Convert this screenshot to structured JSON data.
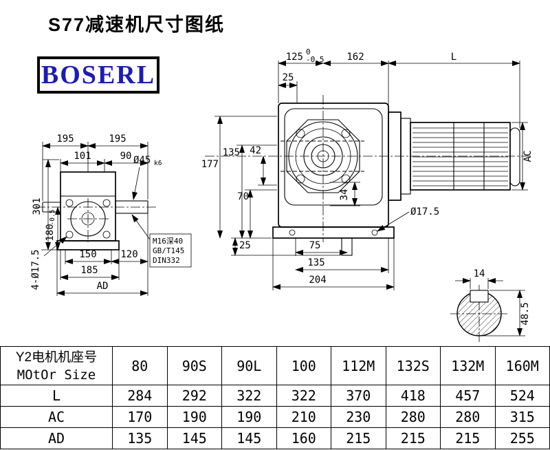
{
  "page": {
    "title": "S77减速机尺寸图纸",
    "logo_text": "BOSERL"
  },
  "colors": {
    "logo_blue": "#1c1cb8",
    "line_color": "#000000"
  },
  "main_view": {
    "tol_top": "0",
    "dim_125": "125",
    "tol_bottom": "-0.5",
    "dim_162": "162",
    "dim_L": "L",
    "dim_25_top": "25",
    "dim_177": "177",
    "dim_135_left": "135",
    "dim_42": "42",
    "dim_70": "70",
    "dim_25_left": "25",
    "dim_34": "34",
    "dim_d175": "Ø17.5",
    "dim_75": "75",
    "dim_135_bottom": "135",
    "dim_204": "204",
    "dim_AC": "AC"
  },
  "side_view": {
    "dim_195_left": "195",
    "dim_195_right": "195",
    "dim_101": "101",
    "dim_90": "90",
    "dim_d45": "Ø45",
    "dim_d45_tol": "k6",
    "dim_301": "301",
    "dim_180": "180",
    "dim_180_tol": "-0.5",
    "dim_4d175": "4-Ø17.5",
    "dim_150": "150",
    "dim_120": "120",
    "dim_185": "185",
    "dim_AD": "AD",
    "note_line1": "M16深40",
    "note_line2": "GB/T145",
    "note_line3": "DIN332"
  },
  "shaft_view": {
    "dim_14": "14",
    "dim_485": "48.5"
  },
  "table": {
    "header_cn": "Y2电机机座号",
    "header_en": "MOtOr Size",
    "sizes": [
      "80",
      "90S",
      "90L",
      "100",
      "112M",
      "132S",
      "132M",
      "160M"
    ],
    "row_L": {
      "label": "L",
      "values": [
        "284",
        "292",
        "322",
        "322",
        "370",
        "418",
        "457",
        "524"
      ]
    },
    "row_AC": {
      "label": "AC",
      "values": [
        "170",
        "190",
        "190",
        "210",
        "230",
        "280",
        "280",
        "315"
      ]
    },
    "row_AD": {
      "label": "AD",
      "values": [
        "135",
        "145",
        "145",
        "160",
        "215",
        "215",
        "215",
        "255"
      ]
    }
  }
}
